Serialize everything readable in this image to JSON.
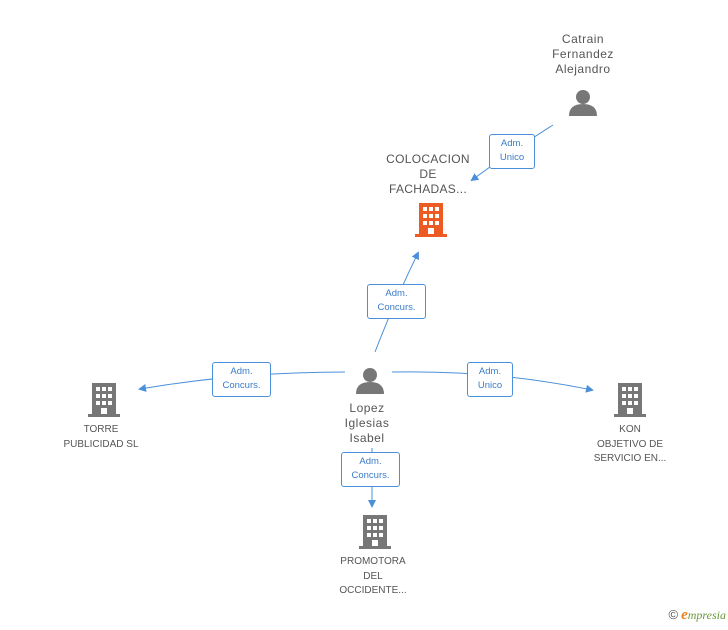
{
  "nodes": {
    "catrain": {
      "lines": [
        "Catrain",
        "Fernandez",
        "Alejandro"
      ],
      "type": "person"
    },
    "colocacion": {
      "lines": [
        "COLOCACION",
        "DE",
        "FACHADAS..."
      ],
      "type": "company",
      "color": "#ee5a24"
    },
    "lopez": {
      "lines": [
        "Lopez",
        "Iglesias",
        "Isabel"
      ],
      "type": "person"
    },
    "torre": {
      "lines": [
        "TORRE",
        "PUBLICIDAD SL"
      ],
      "type": "company"
    },
    "kon": {
      "lines": [
        "KON",
        "OBJETIVO DE",
        "SERVICIO EN..."
      ],
      "type": "company"
    },
    "promotora": {
      "lines": [
        "PROMOTORA",
        "DEL",
        "OCCIDENTE..."
      ],
      "type": "company"
    }
  },
  "edges": {
    "catrain_colocacion": {
      "lines": [
        "Adm.",
        "Unico"
      ]
    },
    "lopez_colocacion": {
      "lines": [
        "Adm.",
        "Concurs."
      ]
    },
    "lopez_torre": {
      "lines": [
        "Adm.",
        "Concurs."
      ]
    },
    "lopez_kon": {
      "lines": [
        "Adm.",
        "Unico"
      ]
    },
    "lopez_promotora": {
      "lines": [
        "Adm.",
        "Concurs."
      ]
    }
  },
  "colors": {
    "edge": "#4a90d9",
    "company_default": "#777777",
    "person": "#777777",
    "focal_company": "#ee5a24"
  },
  "icons": {
    "person": "person-icon",
    "company": "building-icon"
  },
  "brand": {
    "copyright": "©",
    "e": "e",
    "rest": "mpresia"
  }
}
